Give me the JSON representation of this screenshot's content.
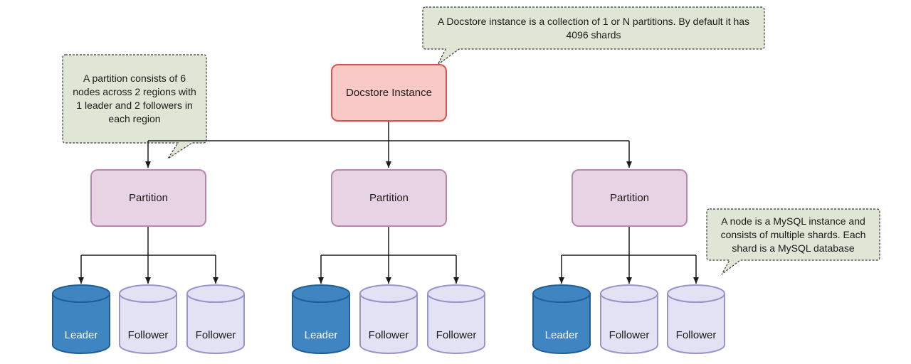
{
  "colors": {
    "root_fill": "#f8c9c7",
    "root_border": "#d9524d",
    "partition_fill": "#e8d3e4",
    "partition_border": "#b787ae",
    "leader_fill": "#3f85c2",
    "leader_border": "#1f5f96",
    "follower_fill": "#e2e2f4",
    "follower_border": "#9a95c8",
    "note_fill": "#dfe6d5",
    "note_border": "#3a3a3a",
    "connector": "#1a1a1a"
  },
  "root": {
    "label": "Docstore Instance",
    "icon": "rounded-rectangle"
  },
  "partitions": [
    {
      "label": "Partition",
      "nodes": [
        {
          "role": "leader",
          "label": "Leader",
          "icon": "database-cylinder"
        },
        {
          "role": "follower",
          "label": "Follower",
          "icon": "database-cylinder"
        },
        {
          "role": "follower",
          "label": "Follower",
          "icon": "database-cylinder"
        }
      ]
    },
    {
      "label": "Partition",
      "nodes": [
        {
          "role": "leader",
          "label": "Leader",
          "icon": "database-cylinder"
        },
        {
          "role": "follower",
          "label": "Follower",
          "icon": "database-cylinder"
        },
        {
          "role": "follower",
          "label": "Follower",
          "icon": "database-cylinder"
        }
      ]
    },
    {
      "label": "Partition",
      "nodes": [
        {
          "role": "leader",
          "label": "Leader",
          "icon": "database-cylinder"
        },
        {
          "role": "follower",
          "label": "Follower",
          "icon": "database-cylinder"
        },
        {
          "role": "follower",
          "label": "Follower",
          "icon": "database-cylinder"
        }
      ]
    }
  ],
  "notes": {
    "instance": "A Docstore instance is a collection of 1 or N partitions. By default it has 4096 shards",
    "partition": "A partition consists of 6 nodes across 2 regions with 1 leader and 2 followers in each region",
    "node": "A node is a MySQL instance and consists of multiple shards. Each shard is a MySQL database"
  }
}
